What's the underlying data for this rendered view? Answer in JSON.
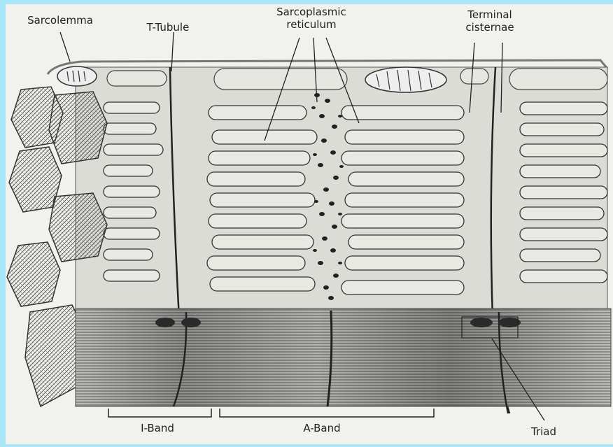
{
  "frame": {
    "border_color": "#a9e6f7",
    "paper_color": "#f1f1ee",
    "ink_color": "#1f1f1f"
  },
  "labels": {
    "sarcolemma": "Sarcolemma",
    "t_tubule": "T-Tubule",
    "sarcoplasmic_reticulum": "Sarcoplasmic\nreticulum",
    "terminal_cisternae": "Terminal\ncisternae",
    "i_band": "I-Band",
    "a_band": "A-Band",
    "triad": "Triad"
  }
}
